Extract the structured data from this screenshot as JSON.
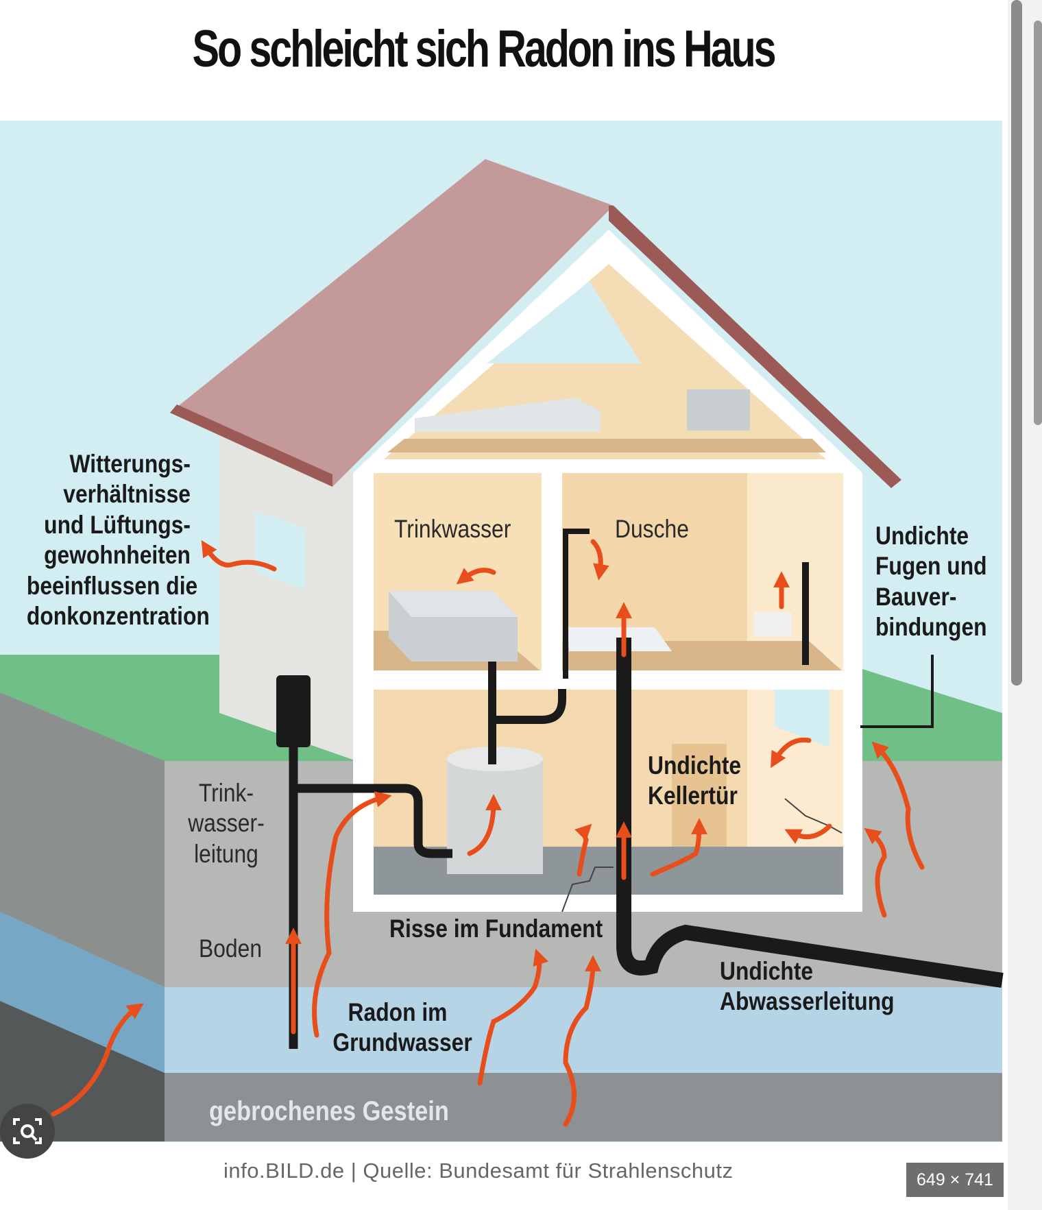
{
  "title": "So schleicht sich Radon ins Haus",
  "labels": {
    "witterung": [
      "Witterungs-",
      "verhältnisse",
      "und Lüftungs-",
      "gewohnheiten",
      "beeinflussen die",
      "donkonzentration"
    ],
    "trinkwasser": "Trinkwasser",
    "dusche": "Dusche",
    "fugen": [
      "Undichte",
      "Fugen und",
      "Bauver-",
      "bindungen"
    ],
    "trinkwasserleitung": [
      "Trink-",
      "wasser-",
      "leitung"
    ],
    "kellertuer": [
      "Undichte",
      "Kellertür"
    ],
    "boden": "Boden",
    "risse": "Risse im Fundament",
    "radon_grundwasser": [
      "Radon im",
      "Grundwasser"
    ],
    "abwasser": [
      "Undichte",
      "Abwasserleitung"
    ],
    "gestein": "gebrochenes Gestein"
  },
  "footer": "info.BILD.de | Quelle: Bundesamt für Strahlenschutz",
  "image_size_badge": "649 × 741",
  "icons": {
    "lens": "camera-search-icon",
    "arrow": "radon-arrow-icon"
  },
  "colors": {
    "sky": "#d3eef3",
    "grass": "#6fbf86",
    "roof": "#c39a99",
    "roof_edge": "#9c5a57",
    "wall": "#dadad6",
    "interior": "#f7dfb8",
    "floor": "#d9b68a",
    "soil": "#b6b8b6",
    "groundwater": "#b5d4e6",
    "rock": "#8e9193",
    "arrow": "#e84e1b",
    "pipe": "#1a1a1a"
  }
}
